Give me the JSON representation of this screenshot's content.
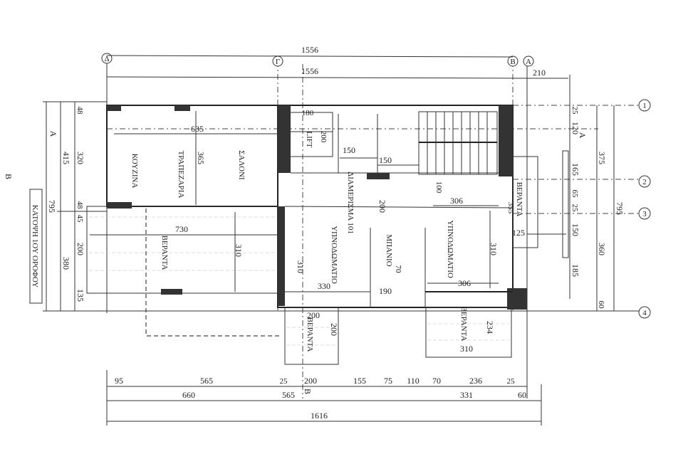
{
  "title": "ΚΑΤΟΨΗ 1ΟΥ ΟΡΟΦΟΥ",
  "section_marks": {
    "b": "B",
    "a": "A"
  },
  "axes": {
    "top": [
      "Δ",
      "Γ",
      "Β",
      "Α"
    ],
    "right": [
      "1",
      "2",
      "3",
      "4"
    ]
  },
  "rooms": {
    "kitchen": "ΚΟΥΖΙΝΑ",
    "dining": "ΤΡΑΠΕΖΑΡΙΑ",
    "living": "ΣΑΛΟΝΙ",
    "veranda_left": "ΒΕΡΑΝΤΑ",
    "lift": "LIFT",
    "apartment": "ΔΙΑΜΕΡΙΣΜΑ 101",
    "bedroom_1": "ΥΠΝΟΔΩΜΑΤΙΟ",
    "bathroom": "ΜΠΑΝΙΟ",
    "bedroom_2": "ΥΠΝΟΔΩΜΑΤΙΟ",
    "veranda_right": "ΒΕΡΑΝΤΑ",
    "veranda_bottom_1": "ΒΕΡΑΝΤΑ",
    "veranda_bottom_2": "ΒΕΡΑΝΤΑ"
  },
  "dims": {
    "top_1": "1556",
    "top_2": "1556",
    "top_3": "210",
    "left": {
      "total": "795",
      "a": "415",
      "b": "320",
      "c": "48",
      "d": "48",
      "e": "45",
      "f": "200",
      "g": "380",
      "h": "135"
    },
    "right": {
      "a": "25",
      "b": "120",
      "c": "375",
      "d": "165",
      "e": "65",
      "f": "25",
      "g": "150",
      "h": "360",
      "i": "185",
      "j": "60",
      "total": "795"
    },
    "bottom_1": [
      "95",
      "565",
      "25",
      "200",
      "155",
      "75",
      "110",
      "70",
      "236",
      "25"
    ],
    "bottom_2": [
      "660",
      "565",
      "331",
      "60"
    ],
    "bottom_total": "1616",
    "interior": {
      "k635": "635",
      "k365": "365",
      "v730": "730",
      "v310": "310",
      "lift180": "180",
      "lift200": "200",
      "h150a": "150",
      "h150b": "150",
      "ap200": "200",
      "b1_310": "310",
      "b1_330": "330",
      "ba70": "70",
      "ba190": "190",
      "wc100": "100",
      "b2_306a": "306",
      "b2_310": "310",
      "b2_306b": "306",
      "vr355": "355",
      "vr125": "125",
      "vb200a": "200",
      "vb200b": "200",
      "vb234": "234",
      "vb310": "310"
    }
  }
}
